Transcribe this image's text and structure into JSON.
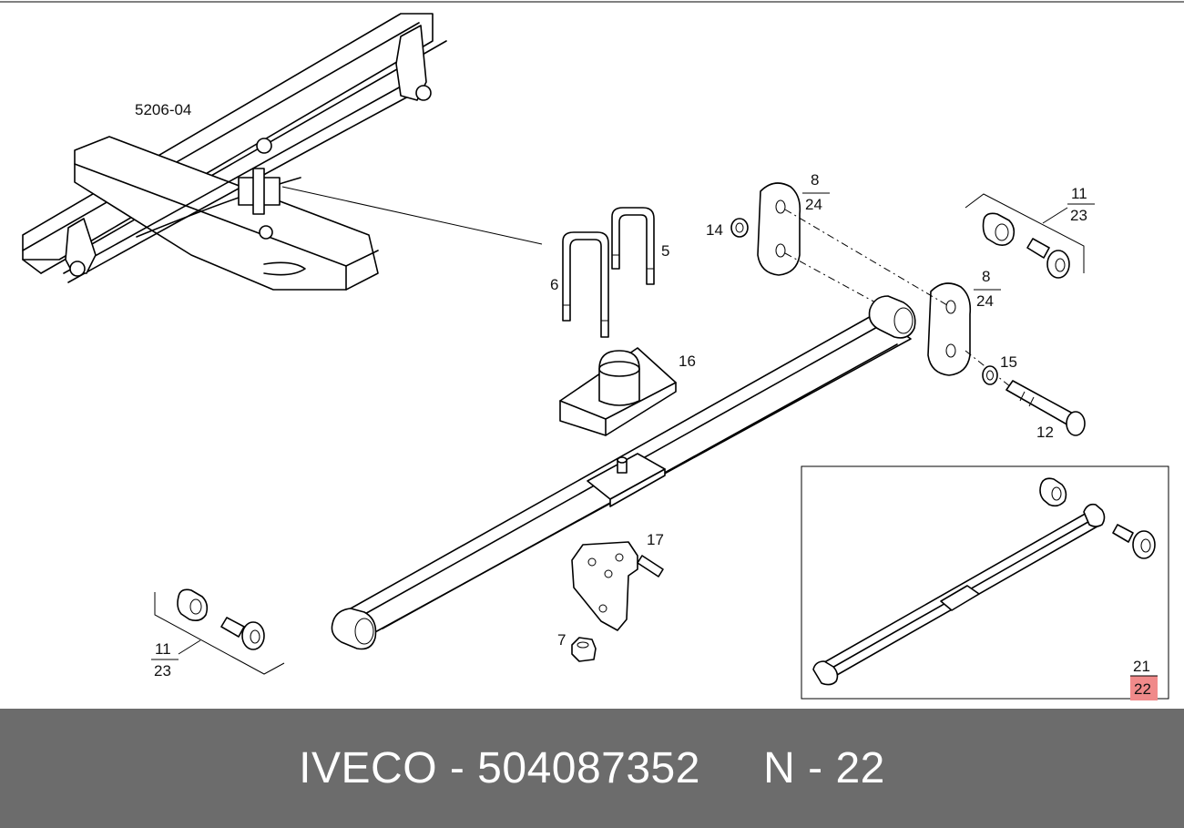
{
  "diagram": {
    "ref_label": "5206-04",
    "callouts": {
      "c5": "5",
      "c6": "6",
      "c7": "7",
      "c8a_top": "8",
      "c8a_bottom": "24",
      "c8b_top": "8",
      "c8b_bottom": "24",
      "c11a_top": "11",
      "c11a_bottom": "23",
      "c11b_top": "11",
      "c11b_bottom": "23",
      "c12": "12",
      "c14": "14",
      "c15": "15",
      "c16": "16",
      "c17": "17",
      "c21": "21",
      "c22": "22"
    },
    "highlight_color": "#f08a8a"
  },
  "footer": {
    "text": "IVECO - 504087352     N - 22",
    "background": "#6c6c6c"
  }
}
